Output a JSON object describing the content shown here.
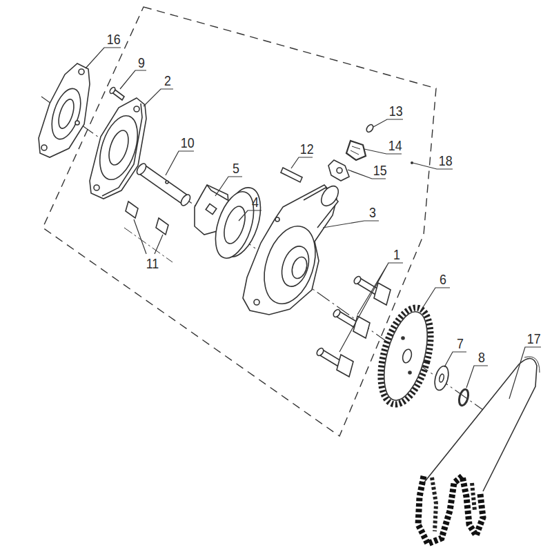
{
  "diagram": {
    "labels": [
      "16",
      "9",
      "2",
      "10",
      "5",
      "4",
      "12",
      "3",
      "13",
      "14",
      "15",
      "18",
      "1",
      "11",
      "6",
      "7",
      "8",
      "17"
    ]
  }
}
